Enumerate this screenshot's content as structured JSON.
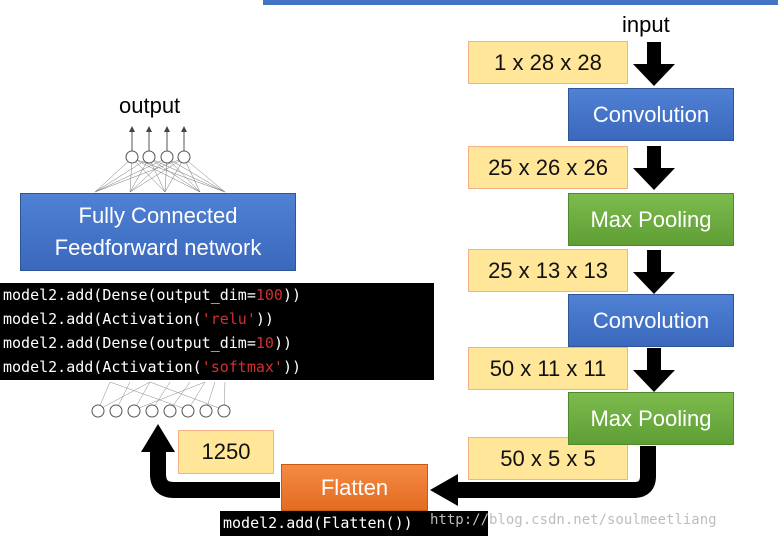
{
  "input_label": "input",
  "output_label": "output",
  "dims": {
    "d1": "1 x 28 x 28",
    "d2": "25 x 26 x 26",
    "d3": "25 x 13 x 13",
    "d4": "50 x 11 x 11",
    "d5": "50 x 5 x 5",
    "d6": "1250"
  },
  "blocks": {
    "conv1": "Convolution",
    "pool1": "Max Pooling",
    "conv2": "Convolution",
    "pool2": "Max Pooling",
    "flatten": "Flatten",
    "fc_line1": "Fully Connected",
    "fc_line2": "Feedforward network"
  },
  "code_dense": {
    "l1_prefix": "model2.add(Dense(output_dim=",
    "l1_value": "100",
    "l1_suffix": "))",
    "l2_prefix": "model2.add(Activation(",
    "l2_value": "'relu'",
    "l2_suffix": "))",
    "l3_prefix": "model2.add(Dense(output_dim=",
    "l3_value": "10",
    "l3_suffix": "))",
    "l4_prefix": "model2.add(Activation(",
    "l4_value": "'softmax'",
    "l4_suffix": "))"
  },
  "code_flatten": "model2.add(Flatten())",
  "watermark": "http://blog.csdn.net/soulmeetliang",
  "colors": {
    "conv": "#4472c4",
    "pool": "#70ad47",
    "flatten": "#ed7d31",
    "dim_fill": "#ffe699",
    "code_keyword": "#d32f2f"
  }
}
